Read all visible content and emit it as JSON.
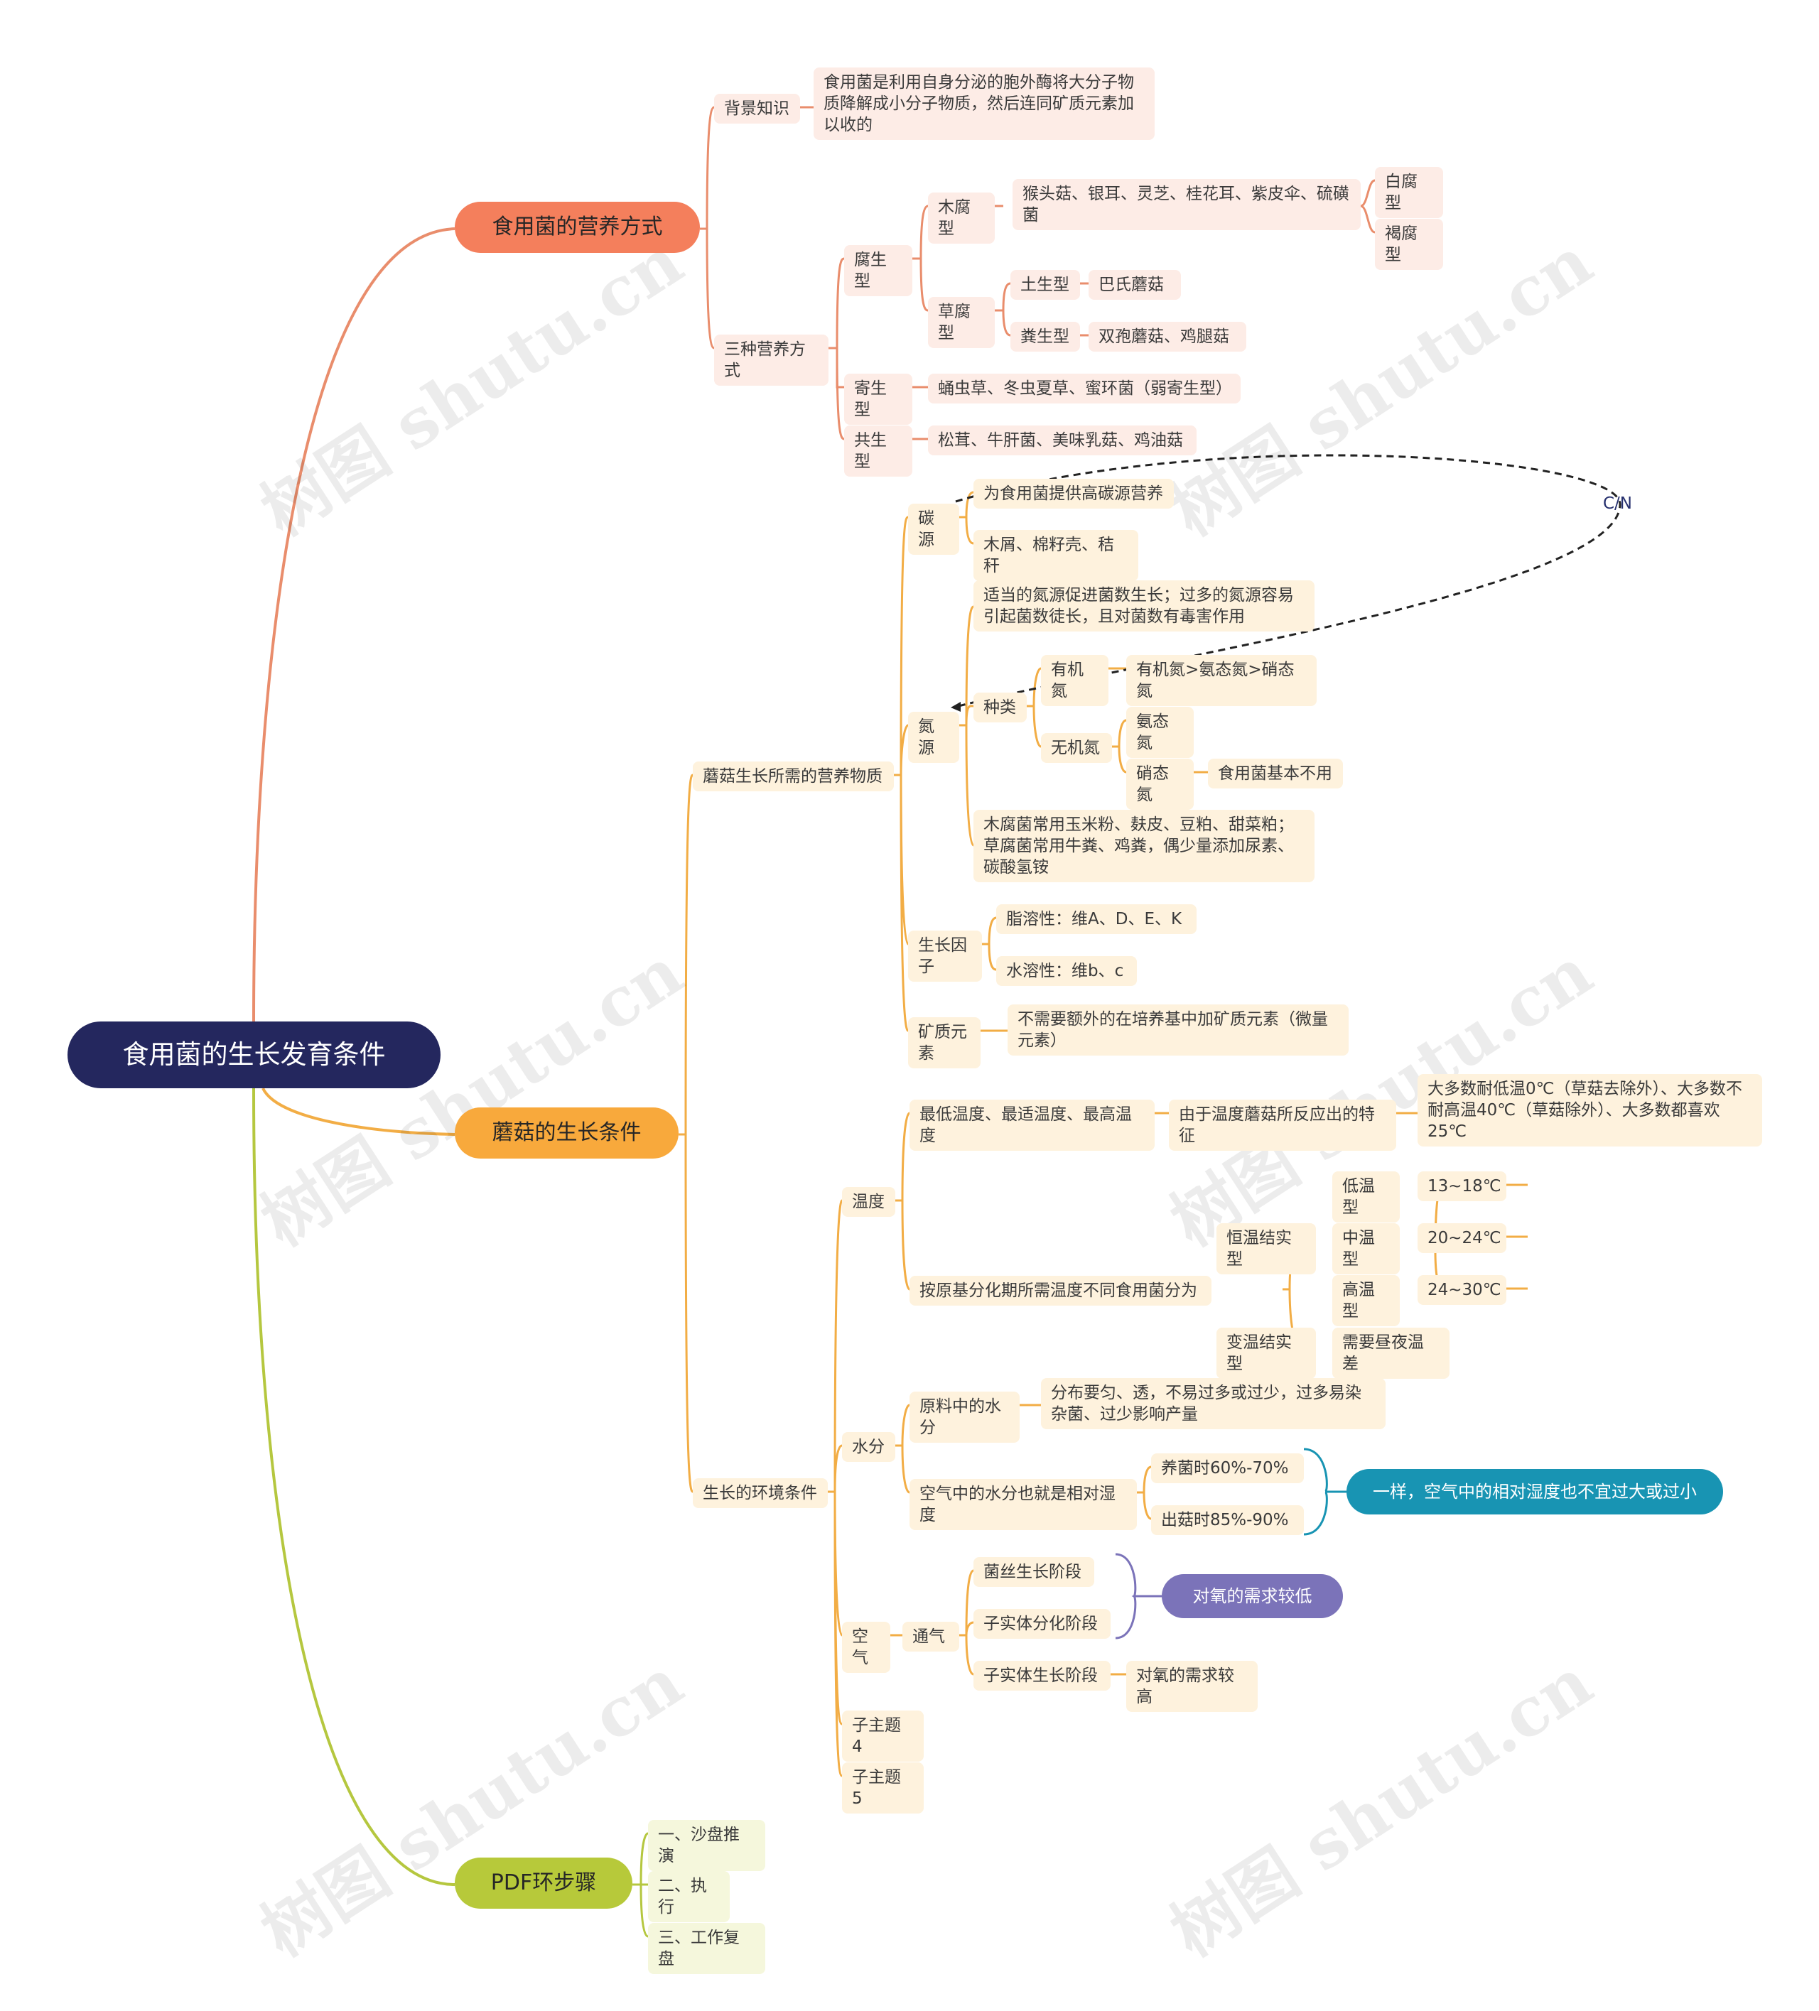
{
  "root": "食用菌的生长发育条件",
  "branches": {
    "nutrition": "食用菌的营养方式",
    "growth": "蘑菇的生长条件",
    "pdf": "PDF环步骤"
  },
  "nutrition": {
    "background": "背景知识",
    "background_text": "食用菌是利用自身分泌的胞外酶将大分子物质降解成小分子物质，然后连同矿质元素加以收的",
    "three_types": "三种营养方式",
    "saprophytic": "腐生型",
    "wood_rot": "木腐型",
    "wood_rot_examples": "猴头菇、银耳、灵芝、桂花耳、紫皮伞、硫磺菌",
    "white_rot": "白腐型",
    "brown_rot": "褐腐型",
    "grass_rot": "草腐型",
    "soil_type": "土生型",
    "soil_example": "巴氏蘑菇",
    "dung_type": "粪生型",
    "dung_example": "双孢蘑菇、鸡腿菇",
    "parasitic": "寄生型",
    "parasitic_example": "蛹虫草、冬虫夏草、蜜环菌（弱寄生型）",
    "symbiotic": "共生型",
    "symbiotic_example": "松茸、牛肝菌、美味乳菇、鸡油菇"
  },
  "growth": {
    "nutrients": "蘑菇生长所需的营养物质",
    "carbon": "碳源",
    "carbon_1": "为食用菌提供高碳源营养",
    "carbon_2": "木屑、棉籽壳、秸秆",
    "nitrogen": "氮源",
    "nitrogen_1": "适当的氮源促进菌数生长；过多的氮源容易引起菌数徒长，且对菌数有毒害作用",
    "kinds": "种类",
    "organic": "有机氮",
    "organic_text": "有机氮>氨态氮>硝态氮",
    "inorganic": "无机氮",
    "ammonia": "氨态氮",
    "nitrate": "硝态氮",
    "nitrate_text": "食用菌基本不用",
    "nitrogen_2": "木腐菌常用玉米粉、麸皮、豆粕、甜菜粕；草腐菌常用牛粪、鸡粪，偶少量添加尿素、碳酸氢铵",
    "factors": "生长因子",
    "fat_soluble": "脂溶性：维A、D、E、K",
    "water_soluble": "水溶性：维b、c",
    "minerals": "矿质元素",
    "minerals_text": "不需要额外的在培养基中加矿质元素（微量元素）",
    "env": "生长的环境条件",
    "temperature": "温度",
    "temp_1": "最低温度、最适温度、最高温度",
    "temp_1a": "由于温度蘑菇所反应出的特征",
    "temp_1b": "大多数耐低温0℃（草菇去除外）、大多数不耐高温40℃（草菇除外）、大多数都喜欢25℃",
    "temp_2": "按原基分化期所需温度不同食用菌分为",
    "constant": "恒温结实型",
    "low": "低温型",
    "low_v": "13~18℃",
    "mid": "中温型",
    "mid_v": "20~24℃",
    "high": "高温型",
    "high_v": "24~30℃",
    "variable": "变温结实型",
    "variable_text": "需要昼夜温差",
    "water": "水分",
    "water_1": "原料中的水分",
    "water_1a": "分布要匀、透，不易过多或过少，过多易染杂菌、过少影响产量",
    "water_2": "空气中的水分也就是相对湿度",
    "water_2a": "养菌时60%-70%",
    "water_2b": "出菇时85%-90%",
    "water_summary": "一样，空气中的相对湿度也不宜过大或过小",
    "air": "空气",
    "ventilation": "通气",
    "air_1": "菌丝生长阶段",
    "air_2": "子实体分化阶段",
    "air_summary": "对氧的需求较低",
    "air_3": "子实体生长阶段",
    "air_3a": "对氧的需求较高",
    "sub4": "子主题 4",
    "sub5": "子主题 5"
  },
  "pdf": {
    "step1": "一、沙盘推演",
    "step2": "二、执行",
    "step3": "三、工作复盘"
  },
  "relation_label": "C/N",
  "watermark": "树图 shutu.cn",
  "colors": {
    "root": "#24275e",
    "branch1": "#f47f5c",
    "branch2": "#f8a93c",
    "branch3": "#b7c93a",
    "summary_water": "#1894b3",
    "summary_air": "#7b73b9"
  }
}
